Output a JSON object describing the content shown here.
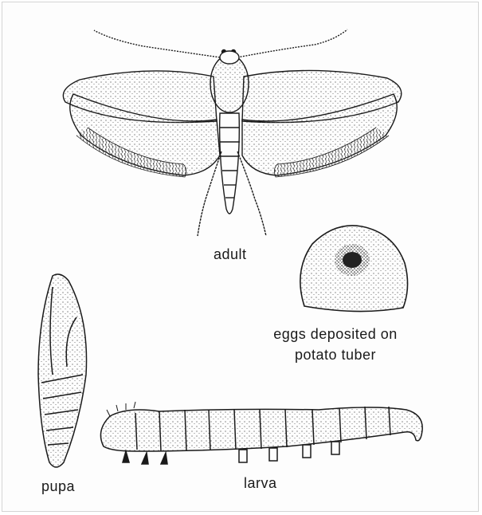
{
  "labels": {
    "adult": "adult",
    "eggs_line1": "eggs deposited on",
    "eggs_line2": "potato tuber",
    "pupa": "pupa",
    "larva": "larva"
  },
  "colors": {
    "ink": "#1a1a1a",
    "paper": "#fdfdfd"
  }
}
